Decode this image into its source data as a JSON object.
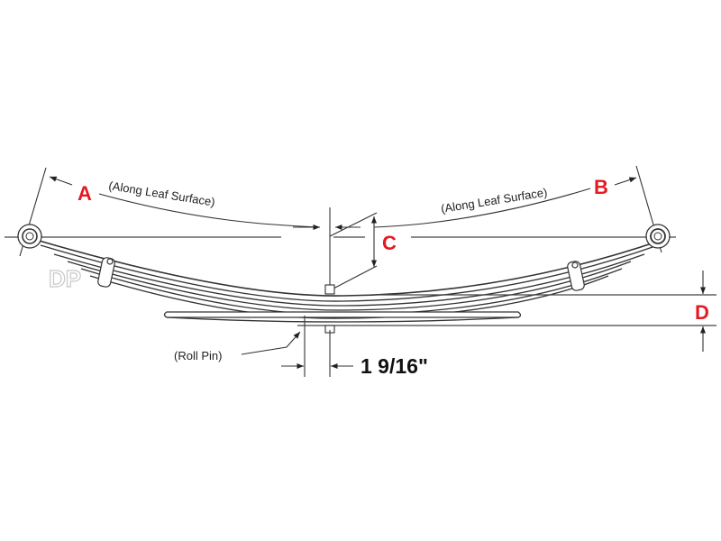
{
  "diagram": {
    "type": "leaf-spring-dimension-drawing",
    "labels": {
      "a": "A",
      "b": "B",
      "c": "C",
      "d": "D"
    },
    "notes": {
      "along_leaf_left": "(Along  Leaf  Surface)",
      "along_leaf_right": "(Along  Leaf  Surface)",
      "roll_pin": "(Roll  Pin)"
    },
    "dimension_value": "1  9/16\"",
    "watermark": "DP",
    "colors": {
      "label_red": "#e31b23",
      "line": "#333333",
      "background": "#ffffff"
    }
  }
}
